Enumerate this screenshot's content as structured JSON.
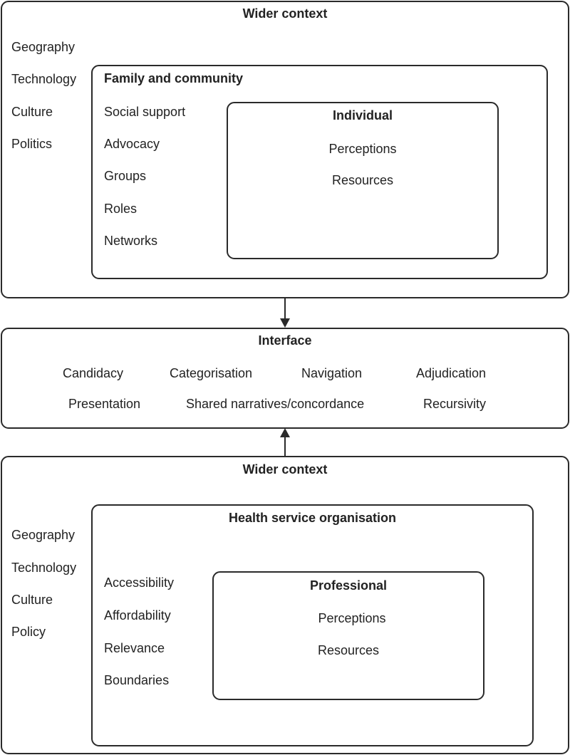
{
  "top_context": {
    "title": "Wider context",
    "factors": [
      "Geography",
      "Technology",
      "Culture",
      "Politics"
    ],
    "family": {
      "title": "Family and community",
      "items": [
        "Social support",
        "Advocacy",
        "Groups",
        "Roles",
        "Networks"
      ],
      "individual": {
        "title": "Individual",
        "items": [
          "Perceptions",
          "Resources"
        ]
      }
    }
  },
  "interface": {
    "title": "Interface",
    "row1": [
      "Candidacy",
      "Categorisation",
      "Navigation",
      "Adjudication"
    ],
    "row2": [
      "Presentation",
      "Shared narratives/concordance",
      "Recursivity"
    ]
  },
  "bottom_context": {
    "title": "Wider context",
    "factors": [
      "Geography",
      "Technology",
      "Culture",
      "Policy"
    ],
    "organisation": {
      "title": "Health service organisation",
      "items": [
        "Accessibility",
        "Affordability",
        "Relevance",
        "Boundaries"
      ],
      "professional": {
        "title": "Professional",
        "items": [
          "Perceptions",
          "Resources"
        ]
      }
    }
  }
}
